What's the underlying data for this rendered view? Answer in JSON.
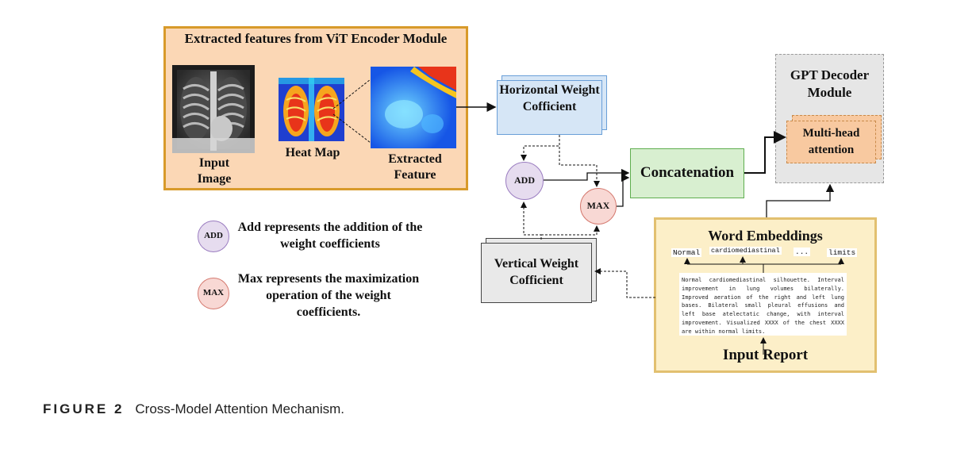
{
  "vit_module": {
    "title": "Extracted features from ViT Encoder Module",
    "input_image_label": "Input Image",
    "heat_map_label": "Heat Map",
    "extracted_feature_label": "Extracted Feature"
  },
  "horizontal_weight": {
    "label": "Horizontal Weight Cofficient"
  },
  "vertical_weight": {
    "label": "Vertical Weight Cofficient"
  },
  "add_node": {
    "label": "ADD"
  },
  "max_node": {
    "label": "MAX"
  },
  "concatenation": {
    "label": "Concatenation"
  },
  "gpt_module": {
    "title": "GPT Decoder Module",
    "attention_label": "Multi-head attention"
  },
  "legend": {
    "add_symbol": "ADD",
    "add_text": "Add represents the addition of the weight coefficients",
    "max_symbol": "MAX",
    "max_text": "Max represents the maximization operation of the weight coefficients."
  },
  "word_embeddings": {
    "title": "Word Embeddings",
    "tokens": [
      "Normal",
      "cardiomediastinal",
      "...",
      "limits"
    ],
    "report_text": "Normal cardiomediastinal silhouette. Interval improvement in lung volumes bilaterally. Improved aeration of the right and left lung bases. Bilateral small pleural effusions and left base atelectatic change, with interval improvement. Visualized XXXX of the chest XXXX are within normal limits.",
    "input_report_label": "Input Report"
  },
  "caption": {
    "figure_label": "FIGURE 2",
    "text": "Cross-Model Attention Mechanism."
  }
}
